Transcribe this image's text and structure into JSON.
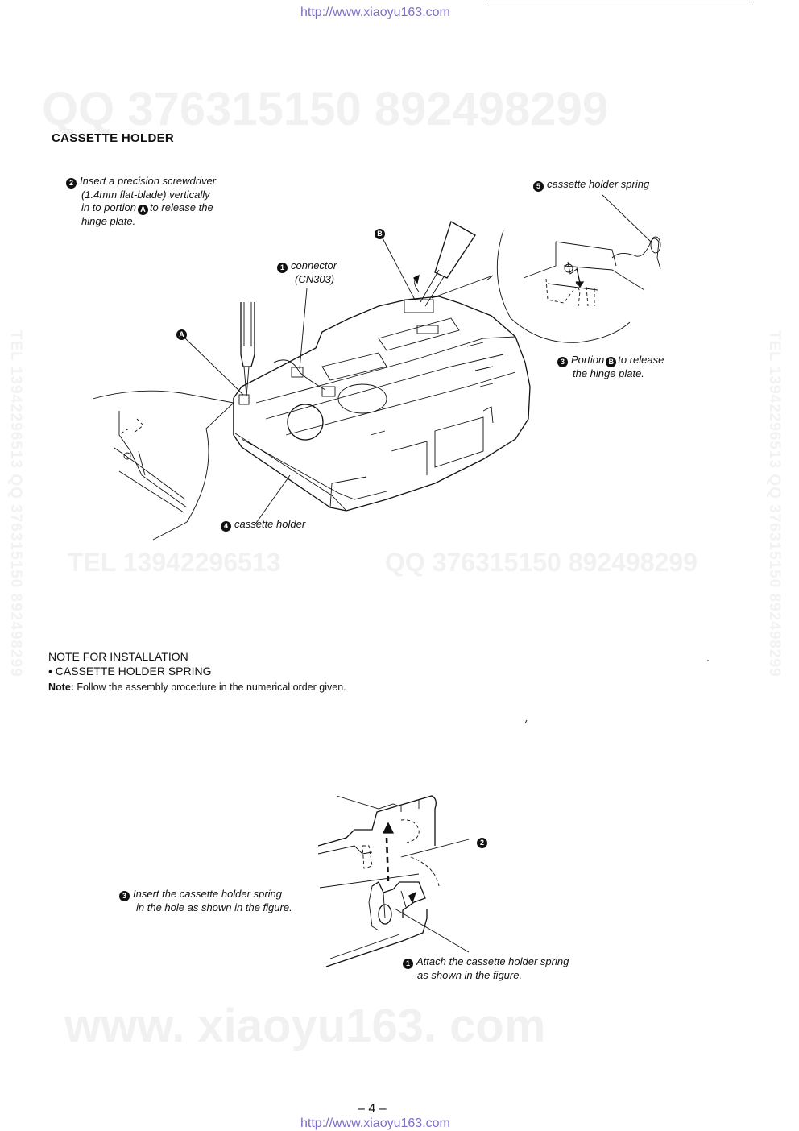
{
  "header": {
    "url": "http://www.xiaoyu163.com"
  },
  "footer": {
    "page_number": "– 4 –",
    "url": "http://www.xiaoyu163.com"
  },
  "watermarks": {
    "qq_top": "QQ 376315150   892498299",
    "tel_mid": "TEL 13942296513",
    "qq_mid": "QQ 376315150  892498299",
    "site_bottom": "www. xiaoyu163. com",
    "vertical_left": "TEL 13942296513  QQ 376315150  892498299",
    "vertical_right": "TEL 13942296513  QQ 376315150  892498299"
  },
  "section": {
    "title": "CASSETTE  HOLDER"
  },
  "top_diagram": {
    "step2": {
      "num": "2",
      "lines": [
        "Insert a precision screwdriver",
        "(1.4mm flat-blade) vertically",
        "in to portion",
        "to release the",
        "hinge plate."
      ],
      "portion": "A"
    },
    "step5": {
      "num": "5",
      "text": "cassette holder spring"
    },
    "step1": {
      "num": "1",
      "lines": [
        "connector",
        "(CN303)"
      ]
    },
    "step3": {
      "num": "3",
      "lines": [
        "Portion",
        "to release",
        "the hinge plate."
      ],
      "portion": "B"
    },
    "step4": {
      "num": "4",
      "text": "cassette holder"
    },
    "label_a": "A",
    "label_b": "B"
  },
  "note": {
    "heading": "NOTE FOR INSTALLATION",
    "subheading": "• CASSETTE  HOLDER SPRING",
    "label": "Note:",
    "text": " Follow the assembly procedure in the numerical order given."
  },
  "bottom_diagram": {
    "step2": {
      "num": "2"
    },
    "step3": {
      "num": "3",
      "lines": [
        "Insert the cassette holder spring",
        "in the hole as shown in the figure."
      ]
    },
    "step1": {
      "num": "1",
      "lines": [
        "Attach the cassette holder spring",
        "as shown in the figure."
      ]
    }
  }
}
